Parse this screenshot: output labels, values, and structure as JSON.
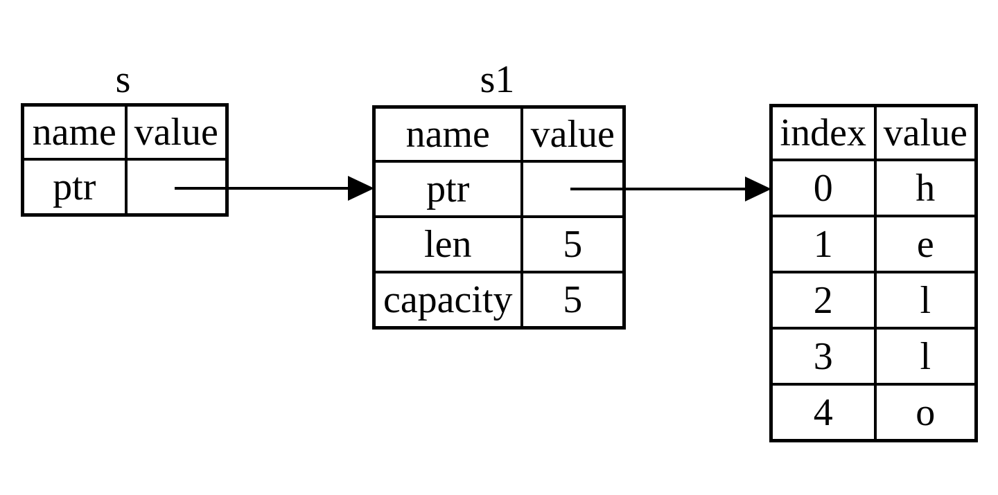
{
  "colors": {
    "line": "#000000",
    "text": "#000000",
    "background": "#ffffff"
  },
  "tables": {
    "s": {
      "title": "s",
      "headers": [
        "name",
        "value"
      ],
      "rows": [
        {
          "name": "ptr",
          "value": ""
        }
      ]
    },
    "s1": {
      "title": "s1",
      "headers": [
        "name",
        "value"
      ],
      "rows": [
        {
          "name": "ptr",
          "value": ""
        },
        {
          "name": "len",
          "value": "5"
        },
        {
          "name": "capacity",
          "value": "5"
        }
      ]
    },
    "heap": {
      "headers": [
        "index",
        "value"
      ],
      "rows": [
        {
          "index": "0",
          "value": "h"
        },
        {
          "index": "1",
          "value": "e"
        },
        {
          "index": "2",
          "value": "l"
        },
        {
          "index": "3",
          "value": "l"
        },
        {
          "index": "4",
          "value": "o"
        }
      ]
    }
  },
  "arrows": [
    {
      "from": "s.ptr.value",
      "to": "s1"
    },
    {
      "from": "s1.ptr.value",
      "to": "heap.row-0"
    }
  ]
}
